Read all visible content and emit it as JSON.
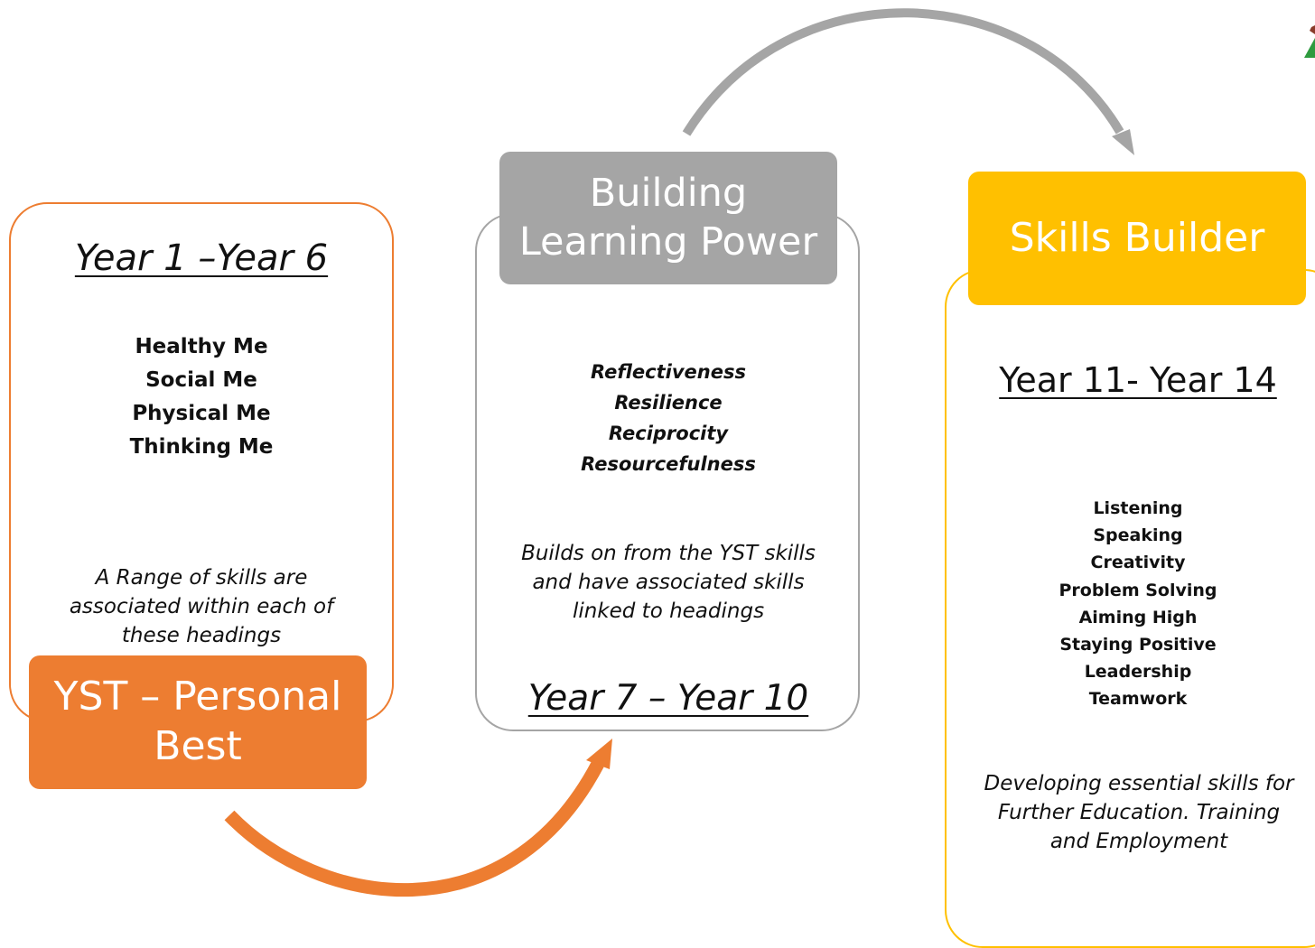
{
  "stages": [
    {
      "heading": "Year 1 –Year 6",
      "skills": [
        "Healthy Me",
        "Social Me",
        "Physical Me",
        "Thinking Me"
      ],
      "description": "A Range of skills are associated within each of these headings",
      "title": "YST – Personal Best",
      "color": "#ED7D31"
    },
    {
      "title": "Building Learning Power",
      "skills": [
        "Reflectiveness",
        "Resilience",
        "Reciprocity",
        "Resourcefulness"
      ],
      "description": "Builds on from the YST skills and have associated skills linked to headings",
      "heading": "Year 7 – Year 10",
      "color": "#A5A5A5"
    },
    {
      "title": "Skills Builder",
      "heading": "Year 11- Year 14",
      "skills": [
        "Listening",
        "Speaking",
        "Creativity",
        "Problem Solving",
        "Aiming High",
        "Staying Positive",
        "Leadership",
        "Teamwork"
      ],
      "description": "Developing essential skills for Further Education. Training and Employment",
      "color": "#FFC000"
    }
  ],
  "arrows": [
    {
      "from": "YST – Personal Best",
      "to": "Building Learning Power",
      "color": "#ED7D31"
    },
    {
      "from": "Building Learning Power",
      "to": "Skills Builder",
      "color": "#A5A5A5"
    }
  ]
}
